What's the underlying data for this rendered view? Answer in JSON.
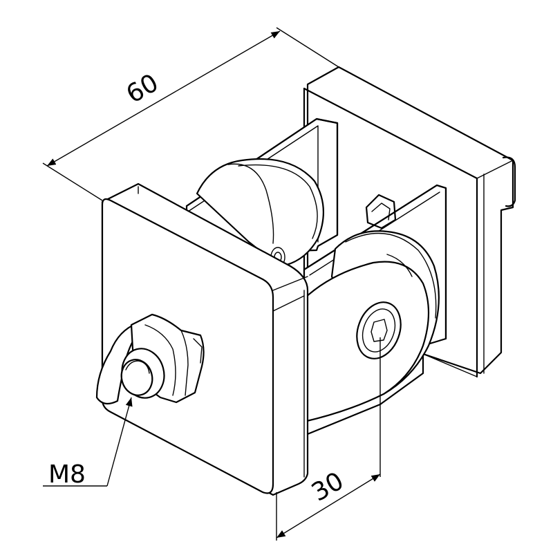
{
  "drawing": {
    "dimension_width": "60",
    "dimension_offset": "30",
    "thread_label": "M8"
  },
  "colors": {
    "line": "#000000",
    "background": "#ffffff"
  }
}
